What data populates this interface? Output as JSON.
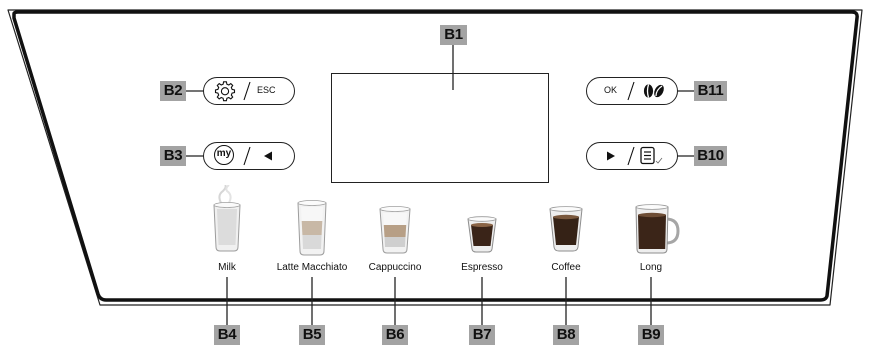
{
  "callouts": {
    "b1": "B1",
    "b2": "B2",
    "b3": "B3",
    "b4": "B4",
    "b5": "B5",
    "b6": "B6",
    "b7": "B7",
    "b8": "B8",
    "b9": "B9",
    "b10": "B10",
    "b11": "B11"
  },
  "buttons": {
    "settings_esc": {
      "text": "ESC",
      "icon": "gear-icon"
    },
    "my_back": {
      "text": "my",
      "icon": "left-triangle-icon"
    },
    "ok_aroma": {
      "text": "OK",
      "icon": "coffee-bean-icon"
    },
    "start_recipe": {
      "icon": "play-triangle-icon",
      "icon2": "recipe-list-icon"
    }
  },
  "drinks": [
    {
      "label": "Milk",
      "icon": "milk-glass-icon"
    },
    {
      "label": "Latte Macchiato",
      "icon": "latte-macchiato-glass-icon"
    },
    {
      "label": "Cappuccino",
      "icon": "cappuccino-glass-icon"
    },
    {
      "label": "Espresso",
      "icon": "espresso-glass-icon"
    },
    {
      "label": "Coffee",
      "icon": "coffee-glass-icon"
    },
    {
      "label": "Long",
      "icon": "long-mug-icon"
    }
  ],
  "colors": {
    "outline": "#222222",
    "callout_bg": "#a3a3a3",
    "coffee": "#3a2418",
    "milk": "#e8e8e8"
  }
}
